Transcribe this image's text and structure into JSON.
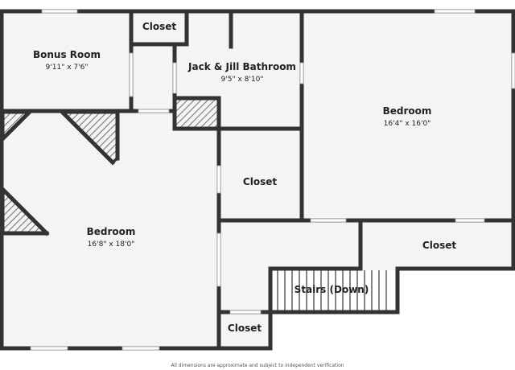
{
  "rooms": {
    "bonus": {
      "name": "Bonus Room",
      "dims": "9'11\" x 7'6\""
    },
    "closet_top": {
      "name": "Closet"
    },
    "bath": {
      "name": "Jack & Jill Bathroom",
      "dims": "9'5\" x 8'10\""
    },
    "bedroom_right": {
      "name": "Bedroom",
      "dims": "16'4\" x 16'0\""
    },
    "closet_mid": {
      "name": "Closet"
    },
    "bedroom_left": {
      "name": "Bedroom",
      "dims": "16'8\" x 18'0\""
    },
    "closet_right": {
      "name": "Closet"
    },
    "stairs": {
      "name": "Stairs (Down)"
    },
    "closet_bottom": {
      "name": "Closet"
    }
  },
  "disclaimer": "All dimensions are approximate and subject to independent verification",
  "colors": {
    "floor": "#f4f4f4",
    "wall": "#333333",
    "window": "#ffffff",
    "hatch": "#777777"
  }
}
